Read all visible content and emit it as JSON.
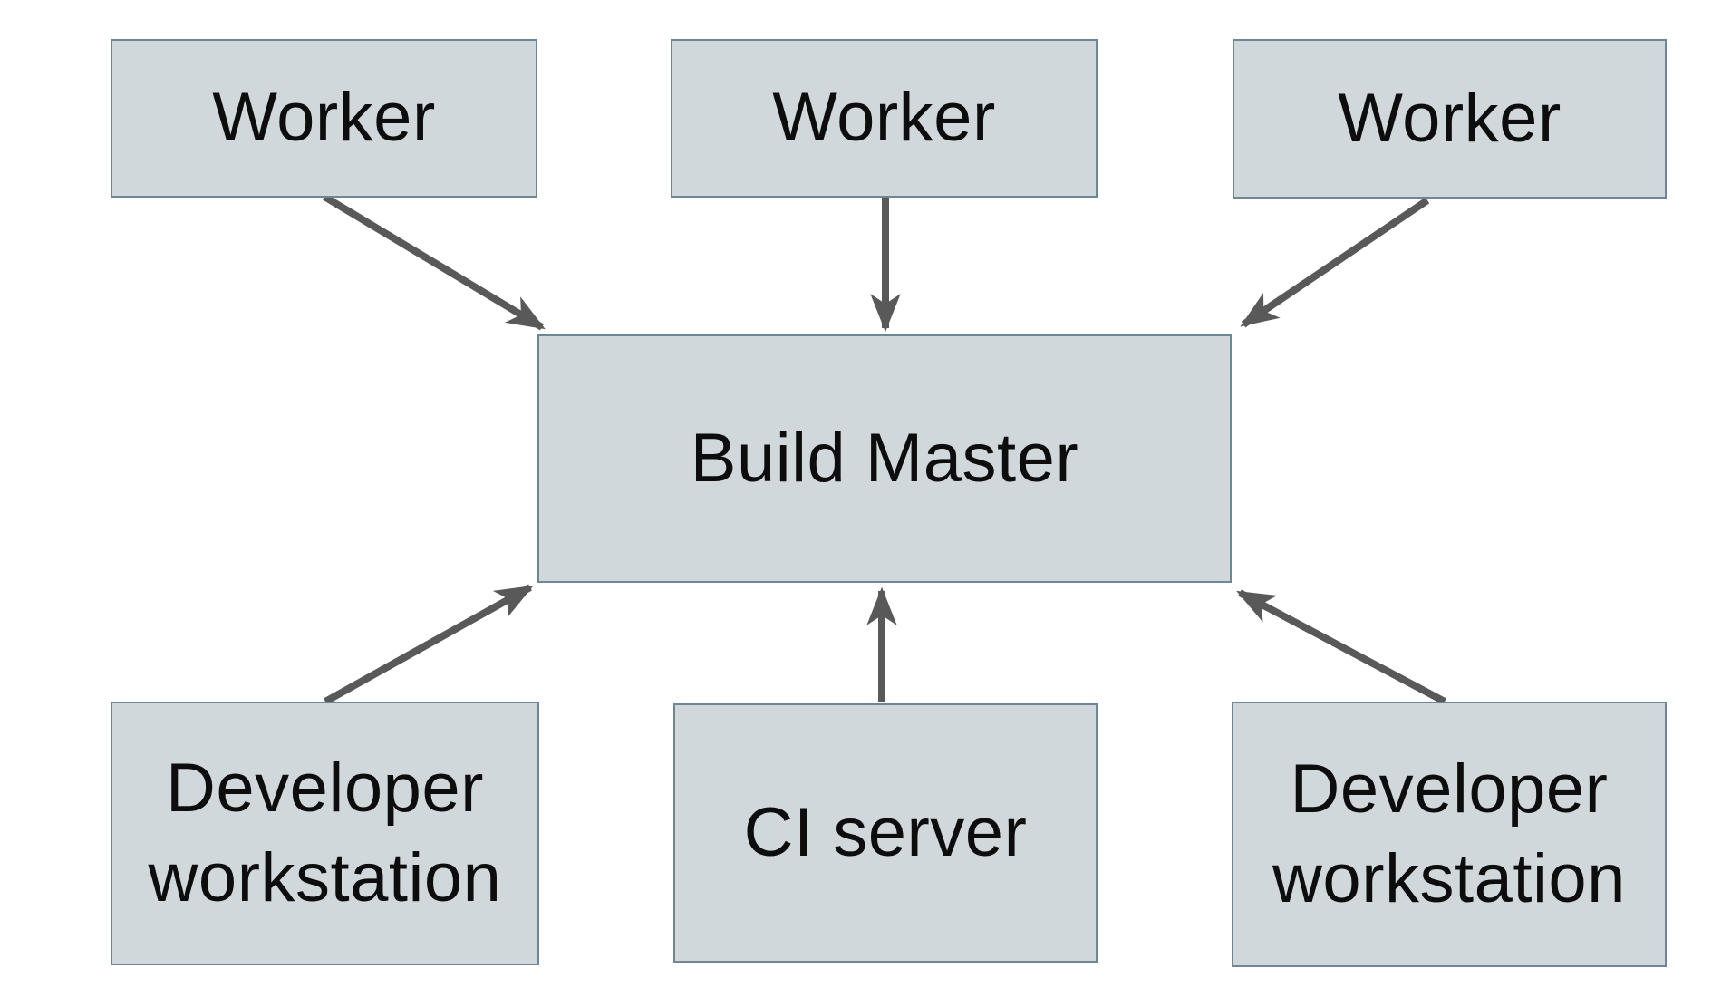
{
  "diagram": {
    "type": "flowchart",
    "description": "Distributed build system topology: workers, developer workstations and a CI server all connect to a central Build Master",
    "nodes": [
      {
        "id": "worker-1",
        "label": "Worker"
      },
      {
        "id": "worker-2",
        "label": "Worker"
      },
      {
        "id": "worker-3",
        "label": "Worker"
      },
      {
        "id": "build-master",
        "label": "Build Master"
      },
      {
        "id": "developer-workstation-left",
        "label": "Developer workstation"
      },
      {
        "id": "ci-server",
        "label": "CI server"
      },
      {
        "id": "developer-workstation-right",
        "label": "Developer workstation"
      }
    ],
    "edges": [
      {
        "from": "worker-1",
        "to": "build-master"
      },
      {
        "from": "worker-2",
        "to": "build-master"
      },
      {
        "from": "worker-3",
        "to": "build-master"
      },
      {
        "from": "developer-workstation-left",
        "to": "build-master"
      },
      {
        "from": "ci-server",
        "to": "build-master"
      },
      {
        "from": "developer-workstation-right",
        "to": "build-master"
      }
    ],
    "colors": {
      "node_fill": "#d1d8db",
      "node_border": "#6f8795",
      "arrow": "#595959",
      "text": "#0d0d0d",
      "background": "#ffffff"
    }
  }
}
